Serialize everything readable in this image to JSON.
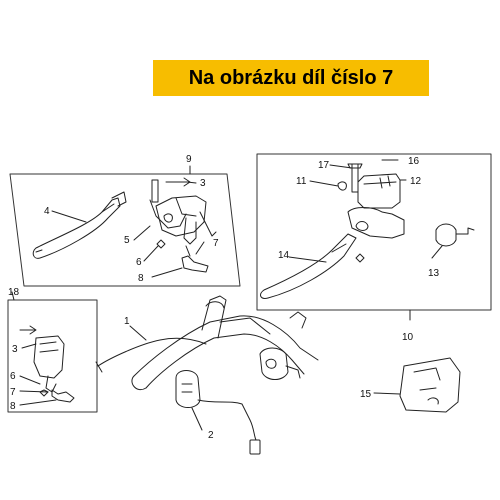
{
  "banner": {
    "text": "Na obrázku díl číslo 7"
  },
  "callouts": {
    "c1": "1",
    "c2": "2",
    "g9": "9",
    "g9_3": "3",
    "g9_4": "4",
    "g9_5": "5",
    "g9_6": "6",
    "g9_7": "7",
    "g9_8": "8",
    "g10": "10",
    "g10_11": "11",
    "g10_12": "12",
    "g10_13": "13",
    "g10_14": "14",
    "g10_16": "16",
    "g10_17": "17",
    "g18": "18",
    "g18_3": "3",
    "g18_6": "6",
    "g18_7": "7",
    "g18_8": "8",
    "c15": "15"
  }
}
